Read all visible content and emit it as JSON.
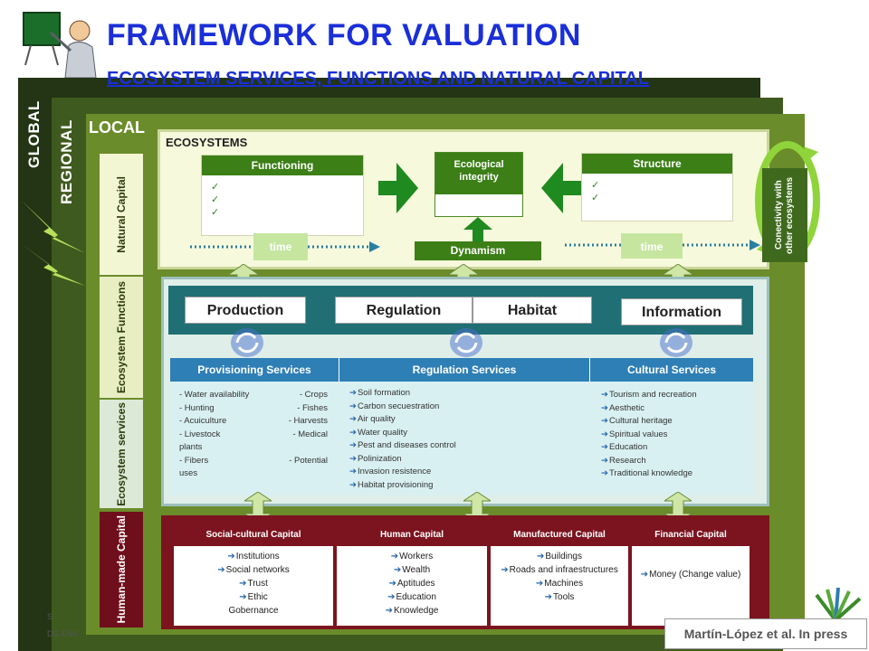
{
  "title": "FRAMEWORK FOR VALUATION",
  "subtitle": "ECOSYSTEM SERVICES, FUNCTIONS AND NATURAL CAPITAL",
  "scales": {
    "global": "GLOBAL",
    "regional": "REGIONAL",
    "local": "LOCAL"
  },
  "rows": {
    "natural_capital": "Natural Capital",
    "ecosystem_functions": "Ecosystem Functions",
    "ecosystem_services": "Ecosystem services",
    "human_made_capital": "Human-made Capital"
  },
  "ecosystems": {
    "label": "ECOSYSTEMS",
    "functioning": {
      "title": "Functioning",
      "checks": [
        "✓",
        "✓",
        "✓"
      ]
    },
    "integrity": "Ecological integrity",
    "structure": {
      "title": "Structure",
      "checks": [
        "✓",
        "✓"
      ]
    },
    "time_left": "time",
    "time_right": "time",
    "dynamism": "Dynamism",
    "connectivity": "Conectivity with other ecosystems"
  },
  "functions": [
    "Production",
    "Regulation",
    "Habitat",
    "Information"
  ],
  "services": {
    "provisioning": {
      "title": "Provisioning Services",
      "lines": [
        [
          "- Water availability",
          "- Crops"
        ],
        [
          "- Hunting",
          "- Fishes"
        ],
        [
          "- Acuiculture",
          "- Harvests"
        ],
        [
          "- Livestock",
          "- Medical"
        ],
        [
          "plants",
          ""
        ],
        [
          "- Fibers",
          "- Potential"
        ],
        [
          "uses",
          ""
        ]
      ]
    },
    "regulation": {
      "title": "Regulation Services",
      "items": [
        "Soil formation",
        "Carbon secuestration",
        "Air quality",
        "Water quality",
        "Pest and diseases control",
        "Polinization",
        "Invasion resistence",
        "Habitat provisioning"
      ]
    },
    "cultural": {
      "title": "Cultural Services",
      "items": [
        "Tourism and recreation",
        "Aesthetic",
        "Cultural heritage",
        "Spiritual values",
        "Education",
        "Research",
        "Traditional knowledge"
      ]
    }
  },
  "capitals": {
    "social": {
      "title": "Social-cultural Capital",
      "items": [
        "Institutions",
        "Social networks",
        "Trust",
        "Ethic",
        "Gobernance"
      ]
    },
    "human": {
      "title": "Human Capital",
      "items": [
        "Workers",
        "Wealth",
        "Aptitudes",
        "Education",
        "Knowledge"
      ]
    },
    "manufactured": {
      "title": "Manufactured Capital",
      "items": [
        "Buildings",
        "Roads and infraestructures",
        "Machines",
        "Tools"
      ]
    },
    "financial": {
      "title": "Financial Capital",
      "items": [
        "Money (Change value)"
      ]
    }
  },
  "citation": "Martín-López et al. In press",
  "footer": {
    "line1": "S",
    "line2": "DG ENV"
  },
  "colors": {
    "title": "#1a2fd8",
    "green_dark": "#3b7f16",
    "teal": "#1f6f74",
    "blue": "#2e7fb5",
    "maroon": "#7c1420"
  }
}
